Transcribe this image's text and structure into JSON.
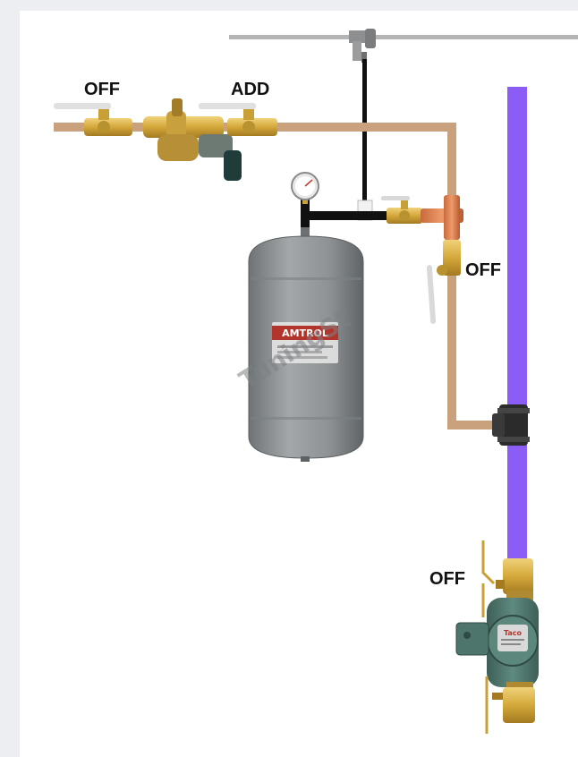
{
  "labels": {
    "off_supply": "OFF",
    "add": "ADD",
    "off_tee": "OFF",
    "off_pump": "OFF"
  },
  "tank": {
    "brand": "AMTROL",
    "watermark": "TuningSt"
  },
  "pump": {
    "brand": "Taco"
  },
  "colors": {
    "copper_pipe": "#c9a27d",
    "system_pipe": "#8b5cf6",
    "black_pipe": "#111111",
    "tank_gray": "#8e9294",
    "brass": "#d8b040",
    "pump_teal": "#4f7a70",
    "hanger_rod": "#b4b4b4"
  }
}
